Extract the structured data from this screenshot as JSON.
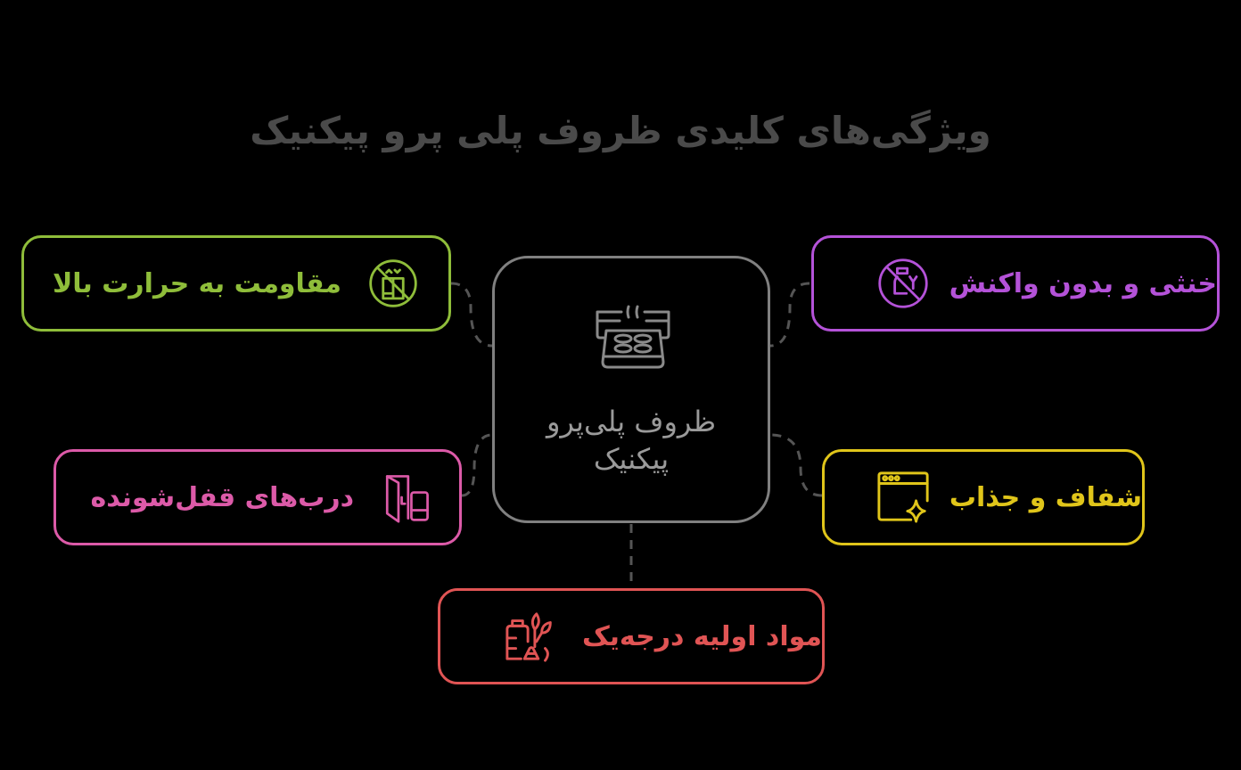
{
  "title": "ویژگی‌های کلیدی ظروف پلی پرو پیکنیک",
  "center": {
    "label_line1": "ظروف پلی‌پرو",
    "label_line2": "پیکنیک",
    "icon": "baking-tray-icon",
    "color": "#808080"
  },
  "features": [
    {
      "id": "heat",
      "label": "مقاومت به حرارت بالا",
      "icon": "no-heat-icon",
      "color": "#8fbd3a"
    },
    {
      "id": "inert",
      "label": "خنثی و بدون واکنش",
      "icon": "no-chemical-icon",
      "color": "#b452d8"
    },
    {
      "id": "lock",
      "label": "درب‌های قفل‌شونده",
      "icon": "door-lock-icon",
      "color": "#dc5aa8"
    },
    {
      "id": "clear",
      "label": "شفاف و جذاب",
      "icon": "window-sparkle-icon",
      "color": "#e0c51a"
    },
    {
      "id": "material",
      "label": "مواد اولیه درجه‌یک",
      "icon": "raw-materials-icon",
      "color": "#e05454"
    }
  ]
}
